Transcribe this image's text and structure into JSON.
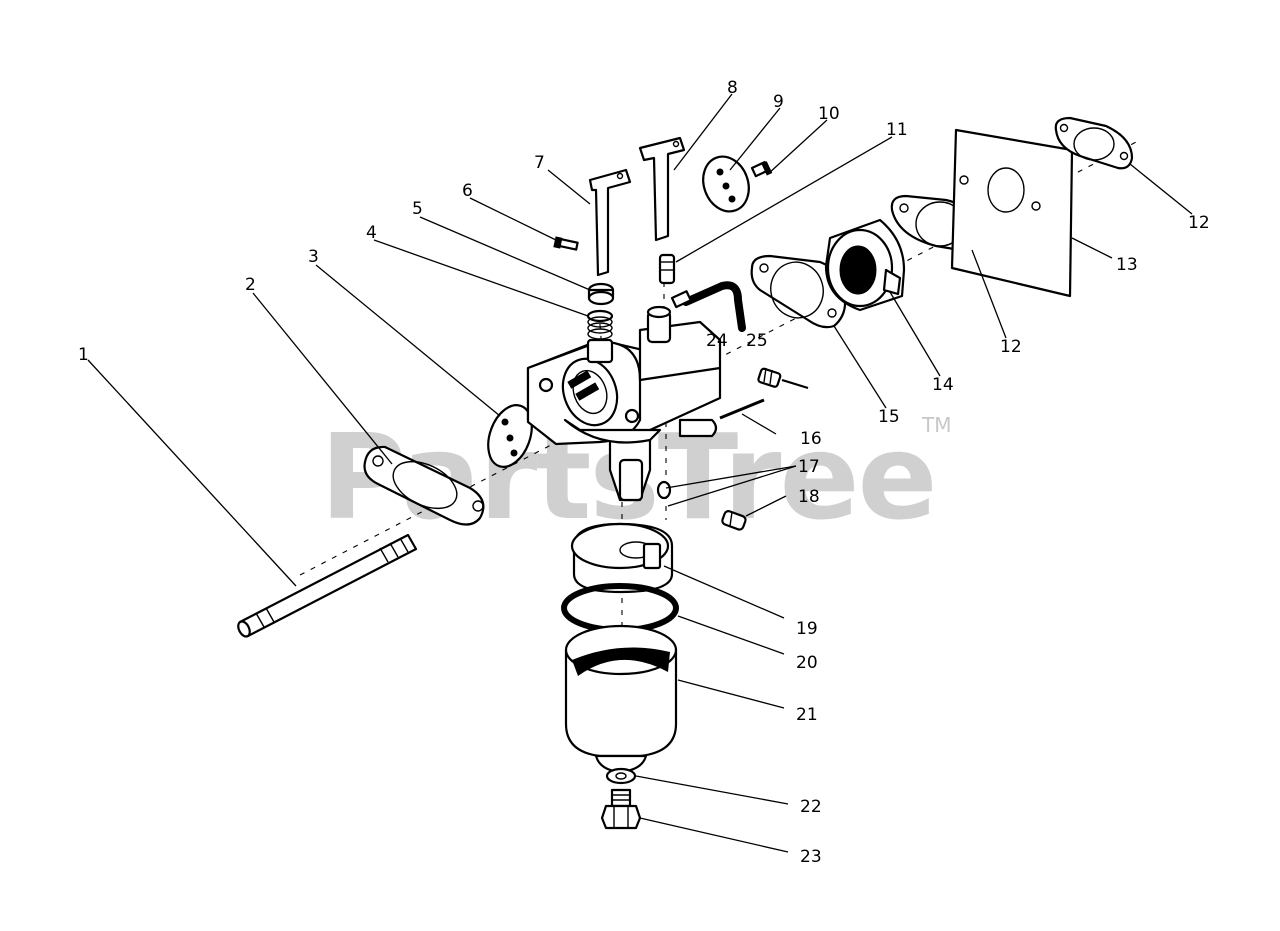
{
  "watermark": {
    "brand": "PartsTree",
    "trademark": "TM"
  },
  "callouts": [
    "1",
    "2",
    "3",
    "4",
    "5",
    "6",
    "7",
    "8",
    "9",
    "10",
    "11",
    "12",
    "12",
    "13",
    "14",
    "15",
    "16",
    "17",
    "18",
    "19",
    "20",
    "21",
    "22",
    "23",
    "24",
    "25"
  ]
}
